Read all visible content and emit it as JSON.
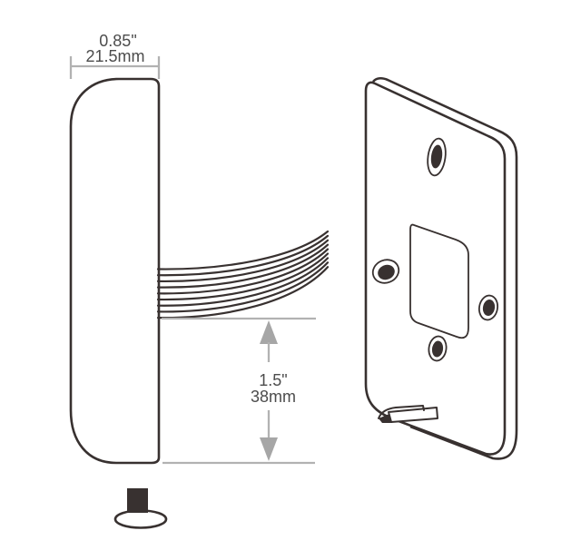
{
  "dimensions": {
    "width": {
      "inches": "0.85\"",
      "millimeters": "21.5mm"
    },
    "height": {
      "inches": "1.5\"",
      "millimeters": "38mm"
    }
  },
  "colors": {
    "outline": "#383130",
    "dimension_gray": "#b2b2b2",
    "arrow_gray": "#a6a6a6",
    "text": "#4c4c4c",
    "hole_fill": "#383130",
    "background": "#ffffff"
  },
  "icons": {
    "arrow_up": "filled-triangle-up",
    "arrow_down": "filled-triangle-down",
    "tick": "short-vertical-line"
  }
}
